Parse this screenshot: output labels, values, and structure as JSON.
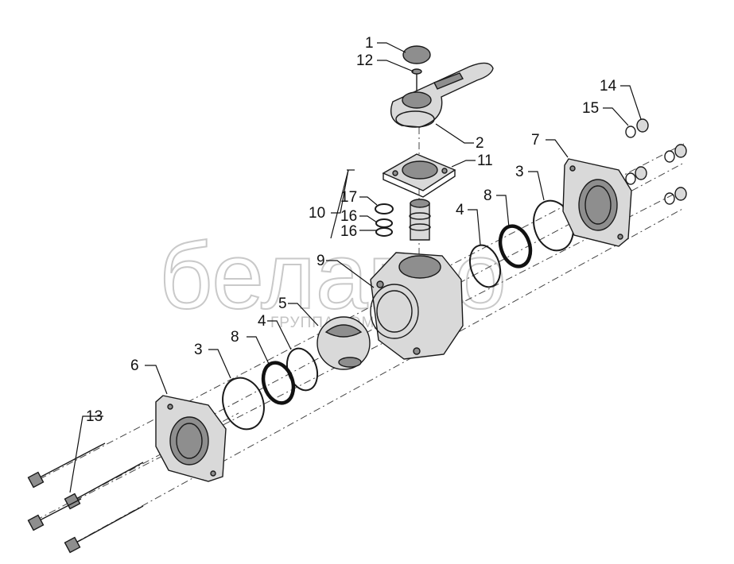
{
  "watermark": {
    "brand": "белагро",
    "tagline": "ГРУППА КОМПАНИЙ"
  },
  "callouts": [
    {
      "id": "c1",
      "label": "1"
    },
    {
      "id": "c12",
      "label": "12"
    },
    {
      "id": "c2",
      "label": "2"
    },
    {
      "id": "c11",
      "label": "11"
    },
    {
      "id": "c10",
      "label": "10"
    },
    {
      "id": "c17",
      "label": "17"
    },
    {
      "id": "c16a",
      "label": "16"
    },
    {
      "id": "c16b",
      "label": "16"
    },
    {
      "id": "c9",
      "label": "9"
    },
    {
      "id": "c5",
      "label": "5"
    },
    {
      "id": "c4a",
      "label": "4"
    },
    {
      "id": "c8a",
      "label": "8"
    },
    {
      "id": "c3a",
      "label": "3"
    },
    {
      "id": "c6",
      "label": "6"
    },
    {
      "id": "c13",
      "label": "13"
    },
    {
      "id": "c4b",
      "label": "4"
    },
    {
      "id": "c8b",
      "label": "8"
    },
    {
      "id": "c3b",
      "label": "3"
    },
    {
      "id": "c7",
      "label": "7"
    },
    {
      "id": "c14",
      "label": "14"
    },
    {
      "id": "c15",
      "label": "15"
    }
  ]
}
